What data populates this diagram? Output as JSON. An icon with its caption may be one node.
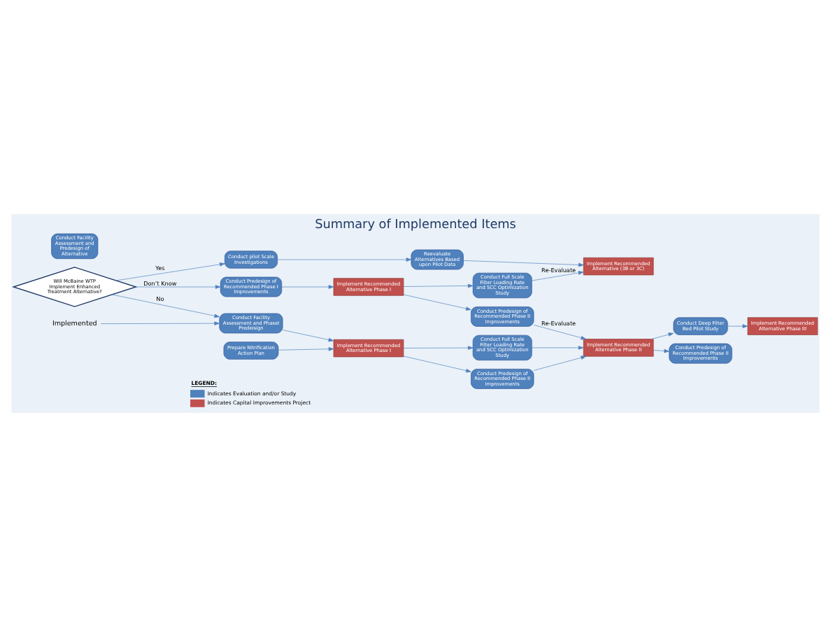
{
  "diagram": {
    "title": "Summary of Implemented Items",
    "nodes": [
      {
        "text": [
          "Will McBaine WTP Implement Enhanced Treatment Alternative?"
        ]
      },
      {
        "text": [
          "Conduct pilot Scale Investigations"
        ]
      },
      {
        "text": [
          "Reevaluate Alternatives Based upon Pilot Data"
        ]
      },
      {
        "text": [
          "Conduct Facility Assessment and Predesign of Alternative"
        ]
      },
      {
        "text": [
          "Implement Recommended Alternative (3B or 3C)"
        ]
      },
      {
        "text": [
          "Conduct Predesign of Recommended Phase I Improvements"
        ]
      },
      {
        "text": [
          "Implement Recommended Alternative Phase I"
        ]
      },
      {
        "text": [
          "Conduct Full Scale Filter Loading Rate and SCC Optimization Study"
        ]
      },
      {
        "text": [
          "Conduct Predesign of Recommended Phase II Improvements"
        ]
      },
      {
        "text": [
          "Implement Recommended Alternative Phase III"
        ]
      },
      {
        "text": [
          "Conduct Facility Assessment and PhaseI Predeisign"
        ]
      },
      {
        "text": [
          "Prepare Nitrification Action Plan"
        ]
      },
      {
        "text": [
          "Implement Recommended Alternative Phase I"
        ]
      },
      {
        "text": [
          "Conduct Full Scale Filter Loading Rate and SCC Optimization Study"
        ]
      },
      {
        "text": [
          "Conduct Predesign of Recommended Phase II Improvements"
        ]
      },
      {
        "text": [
          "Implement Recommended Alternative Phase II"
        ]
      },
      {
        "text": [
          "Conduct Deep Filter Bed Pilot Study"
        ]
      },
      {
        "text": [
          "Conduct Predesign of Recommended Phase II Improvements"
        ]
      },
      {
        "text": [
          "Implemented"
        ]
      }
    ],
    "edges": [
      {
        "from": 0,
        "to": 1,
        "arrow": "to",
        "label": "Yes"
      },
      {
        "from": 1,
        "to": 2,
        "arrow": "to"
      },
      {
        "from": 2,
        "to": 4,
        "arrow": "to"
      },
      {
        "from": 0,
        "to": 5,
        "arrow": "to",
        "label": "Don’t Know"
      },
      {
        "from": 5,
        "to": 6,
        "arrow": "to"
      },
      {
        "from": 6,
        "to": 7,
        "arrow": "to"
      },
      {
        "from": 6,
        "to": 8,
        "arrow": "to"
      },
      {
        "from": 7,
        "to": 4,
        "arrow": "to",
        "label": "Re-Evaluate"
      },
      {
        "from": 0,
        "to": 10,
        "arrow": "to",
        "label": "No"
      },
      {
        "from": 18,
        "to": 10,
        "arrow": "to"
      },
      {
        "from": 10,
        "to": 12,
        "arrow": "to"
      },
      {
        "from": 11,
        "to": 12,
        "arrow": "to"
      },
      {
        "from": 12,
        "to": 13,
        "arrow": "to"
      },
      {
        "from": 12,
        "to": 14,
        "arrow": "to"
      },
      {
        "from": 13,
        "to": 15,
        "arrow": "to"
      },
      {
        "from": 14,
        "to": 15,
        "arrow": "to"
      },
      {
        "from": 8,
        "to": 15,
        "arrow": "to",
        "label": "Re-Evaluate"
      },
      {
        "from": 15,
        "to": 16,
        "arrow": "to"
      },
      {
        "from": 15,
        "to": 17,
        "arrow": "to"
      },
      {
        "from": 16,
        "to": 9,
        "arrow": "to"
      }
    ],
    "labels": [
      "LEGEND:"
    ],
    "legend": [
      {
        "text": "Indicates Evaluation and/or Study",
        "color": "#4f81bd"
      },
      {
        "text": "Indicates Capital Improvements Project",
        "color": "#c0504d"
      }
    ]
  }
}
